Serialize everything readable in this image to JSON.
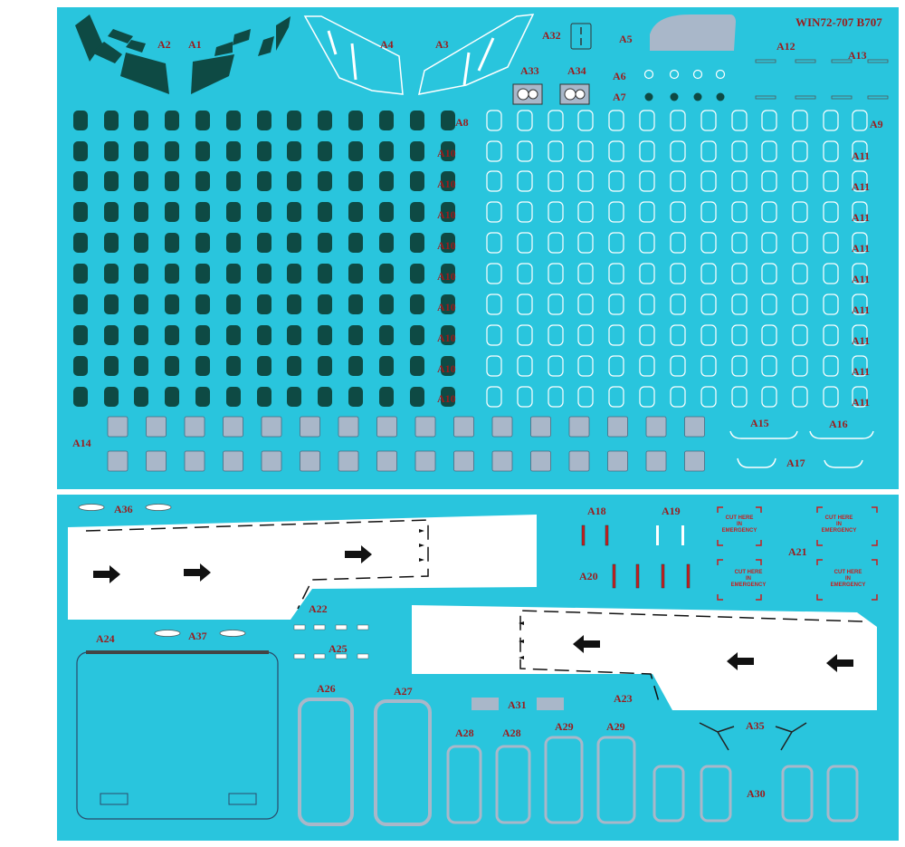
{
  "sheet_code": "WIN72-707 B707",
  "labels": {
    "A1": "A1",
    "A2": "A2",
    "A3": "A3",
    "A4": "A4",
    "A5": "A5",
    "A6": "A6",
    "A7": "A7",
    "A8": "A8",
    "A9": "A9",
    "A10": "A10",
    "A11": "A11",
    "A12": "A12",
    "A13": "A13",
    "A14": "A14",
    "A15": "A15",
    "A16": "A16",
    "A17": "A17",
    "A18": "A18",
    "A19": "A19",
    "A20": "A20",
    "A21": "A21",
    "A22": "A22",
    "A23": "A23",
    "A24": "A24",
    "A25": "A25",
    "A26": "A26",
    "A27": "A27",
    "A28": "A28",
    "A29": "A29",
    "A30": "A30",
    "A31": "A31",
    "A32": "A32",
    "A33": "A33",
    "A34": "A34",
    "A35": "A35",
    "A36": "A36",
    "A37": "A37"
  },
  "emergency_text": "CUT HERE\nIN\nEMERGENCY",
  "colors": {
    "sheet_background": "#29c5dd",
    "label_red": "#9b1c1c",
    "dark_window": "#0e4a44",
    "outline_window": "#ffffff",
    "grey_panel": "#a9b7c9",
    "white_walkway": "#ffffff",
    "red_marker": "#c81e1e"
  }
}
